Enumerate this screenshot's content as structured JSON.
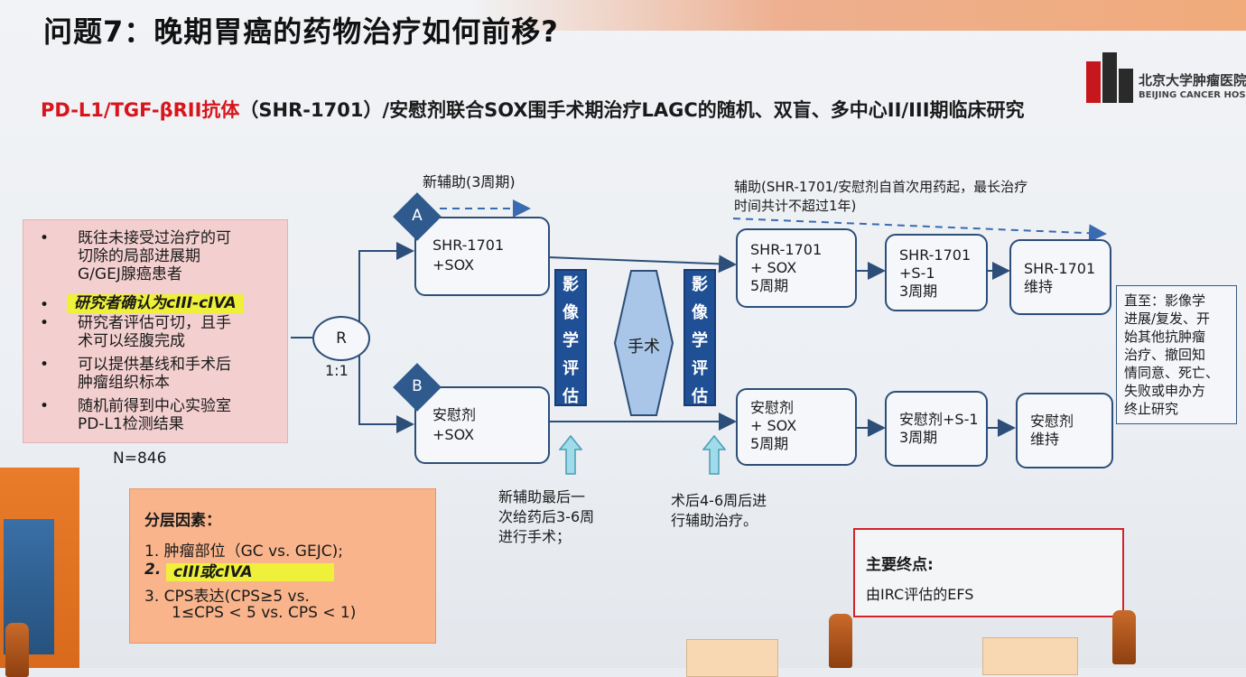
{
  "title": "问题7：晚期胃癌的药物治疗如何前移?",
  "logo": {
    "cn": "北京大学肿瘤医院",
    "en": "BEIJING CANCER HOSPITAL"
  },
  "subtitle": {
    "red": "PD-L1/TGF-βRII抗体",
    "black": "（SHR-1701）/安慰剂联合SOX围手术期治疗LAGC的随机、双盲、多中心II/III期临床研究"
  },
  "neoadjuvant_label": "新辅助(3周期)",
  "adjuvant_label": [
    "辅助(SHR-1701/安慰剂自首次用药起，最长治疗",
    "时间共计不超过1年)"
  ],
  "criteria": [
    [
      "既往未接受过治疗的可",
      "切除的局部进展期",
      "G/GEJ腺癌患者"
    ],
    [
      "研究者确认为cIII-cIVA"
    ],
    [
      "研究者评估可切，且手",
      "术可以经腹完成"
    ],
    [
      "可以提供基线和手术后",
      "肿瘤组织标本"
    ],
    [
      "随机前得到中心实验室",
      "PD-L1检测结果"
    ]
  ],
  "n_label": "N=846",
  "randomization": {
    "label": "R",
    "ratio": "1:1"
  },
  "arm_a": {
    "letter": "A",
    "neo": [
      "SHR-1701",
      "+SOX"
    ],
    "adj1": [
      "SHR-1701",
      "+ SOX",
      "5周期"
    ],
    "adj2": [
      "SHR-1701",
      "+S-1",
      "3周期"
    ],
    "maint": [
      "SHR-1701",
      "维持"
    ]
  },
  "arm_b": {
    "letter": "B",
    "neo": [
      "安慰剂",
      "+SOX"
    ],
    "adj1": [
      "安慰剂",
      "+ SOX",
      "5周期"
    ],
    "adj2": [
      "安慰剂+S-1",
      "3周期"
    ],
    "maint": [
      "安慰剂",
      "维持"
    ]
  },
  "imaging_label": [
    "影",
    "像",
    "学",
    "评",
    "估"
  ],
  "surgery_label": "手术",
  "note_neo": [
    "新辅助最后一",
    "次给药后3-6周",
    "进行手术；"
  ],
  "note_post": [
    "术后4-6周后进",
    "行辅助治疗。"
  ],
  "until": [
    "直至：影像学",
    "进展/复发、开",
    "始其他抗肿瘤",
    "治疗、撤回知",
    "情同意、死亡、",
    "失败或申办方",
    "终止研究"
  ],
  "stratification": {
    "heading": "分层因素：",
    "items": [
      "1. 肿瘤部位（GC vs. GEJC);",
      "2.",
      "cIII或cIVA",
      "3. CPS表达(CPS≥5 vs.",
      "1≤CPS < 5 vs. CPS < 1)"
    ]
  },
  "endpoint": {
    "heading": "主要终点:",
    "value": "由IRC评估的EFS"
  },
  "colors": {
    "accent_red": "#d8141c",
    "box_border": "#2c4e78",
    "imaging_blue": "#1f4f95",
    "highlight": "#eef03a"
  }
}
